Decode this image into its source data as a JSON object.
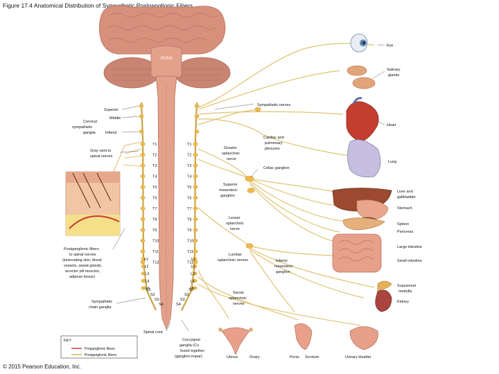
{
  "title": "Figure 17.4 Anatomical Distribution of Sympathetic Postganglionic Fibers",
  "copyright": "© 2015 Pearson Education, Inc.",
  "brain": {
    "pons": "PONS"
  },
  "left_labels": {
    "superior": "Superior",
    "middle": "Middle",
    "inferior": "Inferior",
    "cervical_ganglia": [
      "Cervical",
      "sympathetic",
      "ganglia"
    ],
    "gray_rami": [
      "Gray rami to",
      "spinal nerves"
    ],
    "postganglionic": [
      "Postganglionic fibers",
      "to spinal nerves",
      "(innervating skin, blood",
      "vessels, sweat glands,",
      "arrector pili muscles,",
      "adipose tissue)"
    ],
    "chain_ganglia": [
      "Sympathetic",
      "chain ganglia"
    ],
    "spinal_cord": "Spinal cord",
    "coccygeal": [
      "Coccygeal",
      "ganglia (Co",
      "fused together",
      "(ganglion impar)"
    ]
  },
  "segments": {
    "thoracic": [
      "T1",
      "T2",
      "T3",
      "T4",
      "T5",
      "T6",
      "T7",
      "T8",
      "T9",
      "T10",
      "T11",
      "T12"
    ],
    "lumbar_left": [
      "L1",
      "L2",
      "L3",
      "L4",
      "L5"
    ],
    "sacral_left": [
      "S1",
      "S2",
      "S3",
      "S4"
    ],
    "lumbar_right": [
      "L1",
      "L2",
      "L3",
      "L4",
      "L5"
    ],
    "sacral_right": [
      "S1",
      "S2",
      "S3",
      "S4"
    ]
  },
  "middle_labels": {
    "sympathetic_nerves": "Sympathetic nerves",
    "cardiac_plexuses": [
      "Cardiac and",
      "pulmonary",
      "plexuses"
    ],
    "greater_splanchnic": [
      "Greater",
      "splanchnic",
      "nerve"
    ],
    "celiac_ganglion": "Celiac ganglion",
    "superior_mesenteric": [
      "Superior",
      "mesenteric",
      "ganglion"
    ],
    "lesser_splanchnic": [
      "Lesser",
      "splanchnic",
      "nerve"
    ],
    "lumbar_splanchnic": [
      "Lumbar",
      "splanchnic nerves"
    ],
    "inferior_mesenteric": [
      "Inferior",
      "mesenteric",
      "ganglion"
    ],
    "sacral_splanchnic": [
      "Sacral",
      "splanchnic",
      "nerves"
    ]
  },
  "organs": {
    "eye": "Eye",
    "salivary": [
      "Salivary",
      "glands"
    ],
    "heart": "Heart",
    "lung": "Lung",
    "liver": [
      "Liver and",
      "gallbladder"
    ],
    "stomach": "Stomach",
    "spleen": "Spleen",
    "pancreas": "Pancreas",
    "large_intestine": "Large intestine",
    "small_intestine": "Small intestine",
    "suprarenal": [
      "Suprarenal",
      "medulla"
    ],
    "kidney": "Kidney",
    "uterus": "Uterus",
    "ovary": "Ovary",
    "penis": "Penis",
    "scrotum": "Scrotum",
    "bladder": "Urinary bladder"
  },
  "key": {
    "title": "KEY",
    "preganglionic": "Preganglionic fibers",
    "postganglionic": "Postganglionic fibers"
  },
  "colors": {
    "nerve": "#e8cc7a",
    "nerve_dark": "#c9a443",
    "ganglion": "#f0b84a",
    "preganglionic": "#c8403a",
    "brain": "#d9937f",
    "cord": "#e3a08b"
  }
}
